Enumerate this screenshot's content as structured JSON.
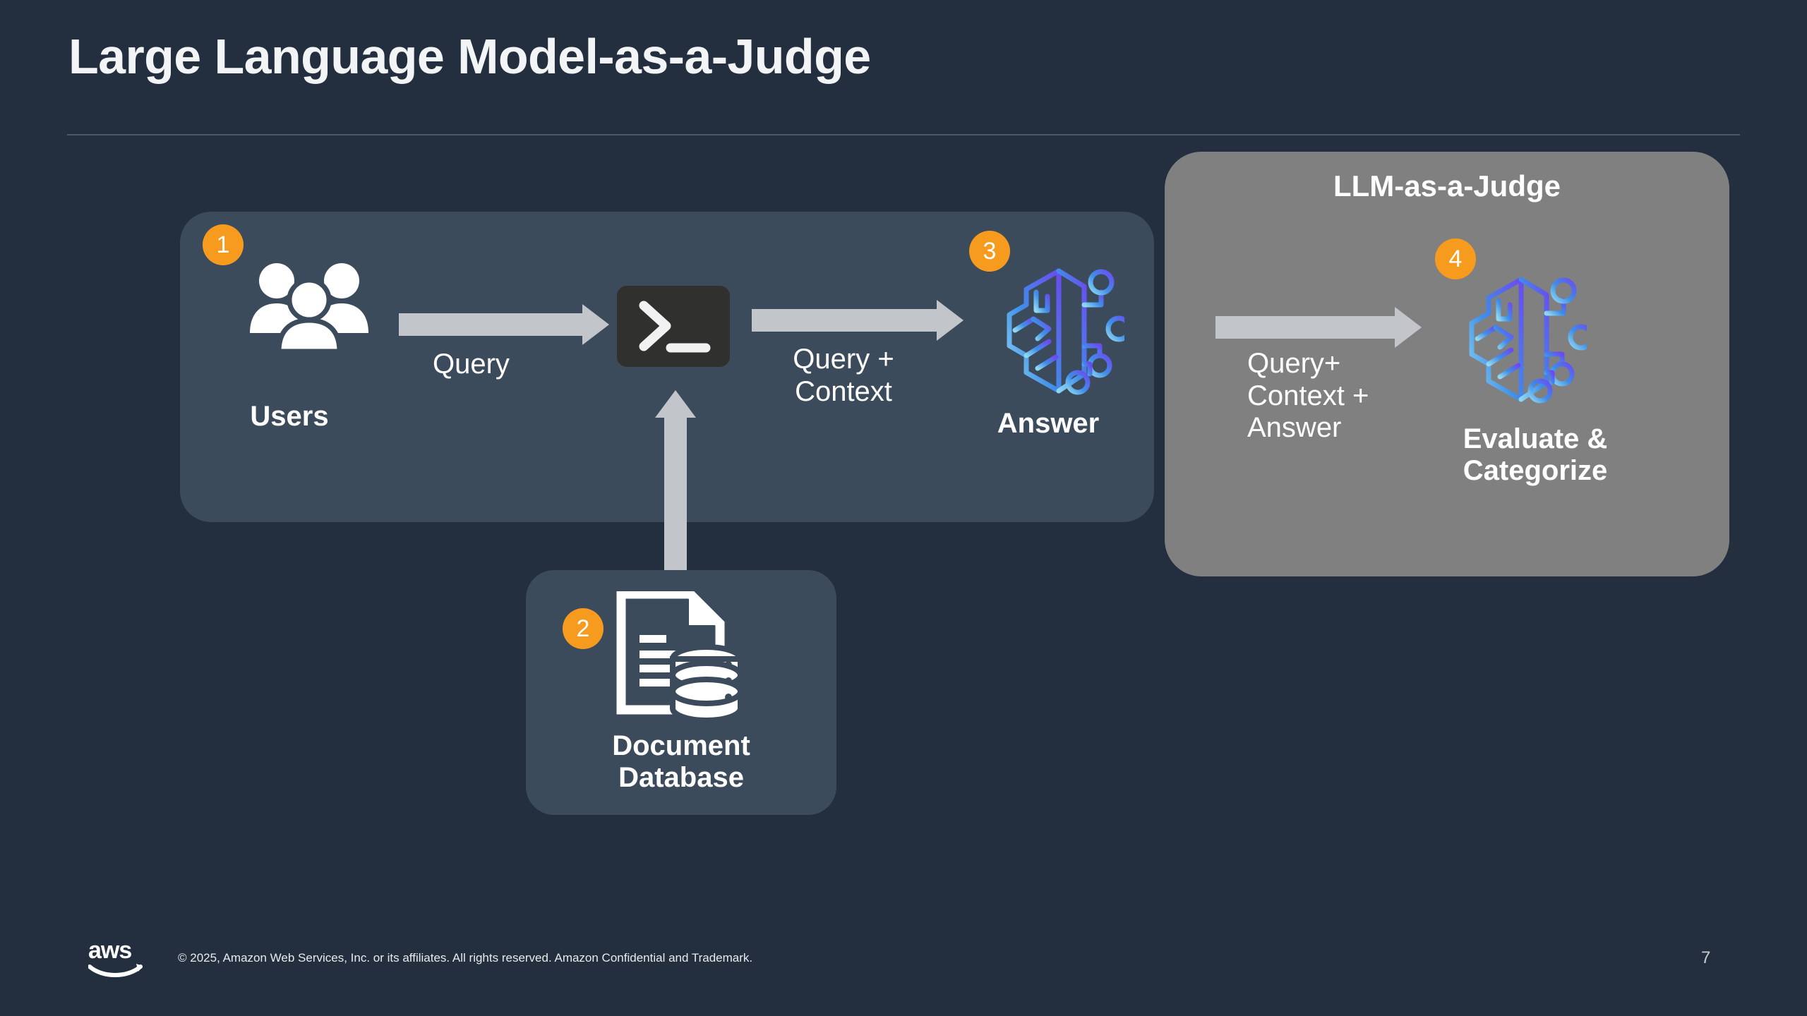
{
  "slide": {
    "title": "Large Language Model-as-a-Judge",
    "page_number": "7",
    "background_color": "#232f3e",
    "accent_color": "#f79b1e",
    "panel_dark_color": "#3c4b5c",
    "panel_gray_color": "#808080",
    "arrow_color": "#c2c5c9"
  },
  "diagram": {
    "rag_panel": {
      "name": "rag-pipeline-panel",
      "badge": "1",
      "nodes": [
        {
          "id": "users",
          "label": "Users",
          "icon": "users-icon"
        },
        {
          "id": "terminal",
          "label": "",
          "icon": "terminal-icon"
        },
        {
          "id": "answer",
          "label": "Answer",
          "icon": "ai-brain-icon",
          "badge": "3"
        }
      ],
      "arrows": [
        {
          "id": "query-arrow",
          "label": "Query",
          "direction": "right"
        },
        {
          "id": "query-context-arrow",
          "label_line1": "Query +",
          "label_line2": "Context",
          "direction": "right"
        }
      ]
    },
    "document_database": {
      "badge": "2",
      "label_line1": "Document",
      "label_line2": "Database",
      "icon": "document-database-icon",
      "arrow": {
        "id": "ingest-arrow",
        "direction": "up"
      }
    },
    "judge_panel": {
      "title": "LLM-as-a-Judge",
      "badge": "4",
      "arrow": {
        "id": "query-context-answer-arrow",
        "direction": "right",
        "label_line1": "Query+",
        "label_line2": "Context +",
        "label_line3": "Answer"
      },
      "node": {
        "id": "evaluate",
        "icon": "ai-brain-icon",
        "label_line1": "Evaluate &",
        "label_line2": "Categorize"
      }
    }
  },
  "footer": {
    "logo": "aws-logo",
    "copyright": "© 2025, Amazon Web Services, Inc. or its affiliates. All rights reserved. Amazon Confidential and Trademark."
  }
}
